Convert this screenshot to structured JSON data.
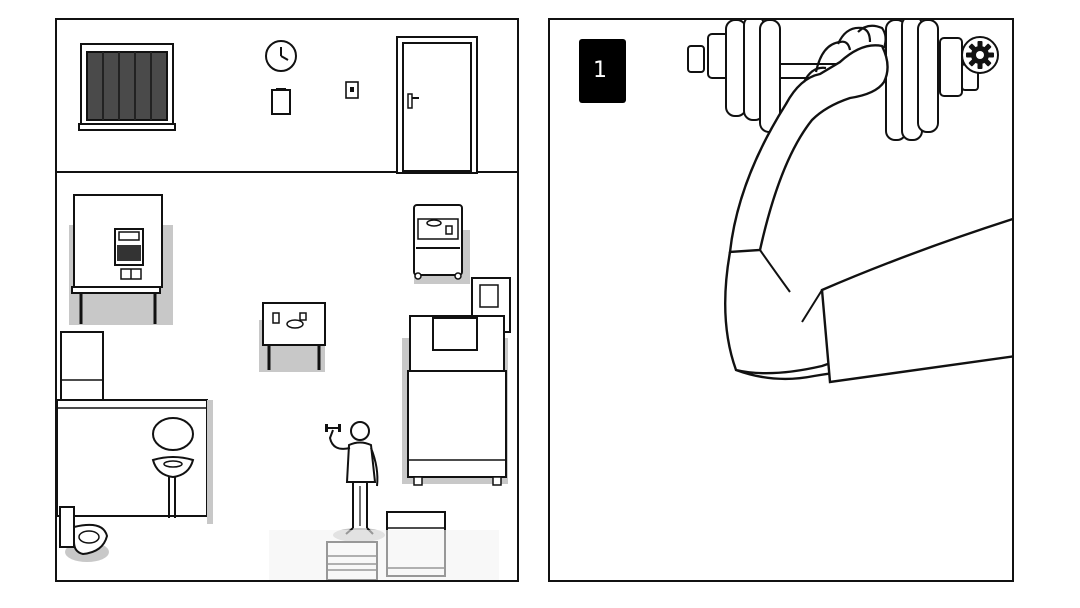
{
  "hud": {
    "rep_count": "1",
    "settings_icon": "gear-icon"
  },
  "room": {
    "objects": [
      "window",
      "wall-clock",
      "paper-note",
      "light-switch",
      "door",
      "kitchenette",
      "nightstand-cart",
      "small-table",
      "bed",
      "picture-frame",
      "fridge",
      "bathroom-sink",
      "mirror",
      "toilet",
      "player-character",
      "step-box",
      "storage-box"
    ]
  },
  "closeup": {
    "action": "dumbbell-curl"
  },
  "colors": {
    "line": "#111111",
    "shadow": "#c8c8c8",
    "dark_fill": "#4a4a4a",
    "hud_bg": "#000000"
  }
}
